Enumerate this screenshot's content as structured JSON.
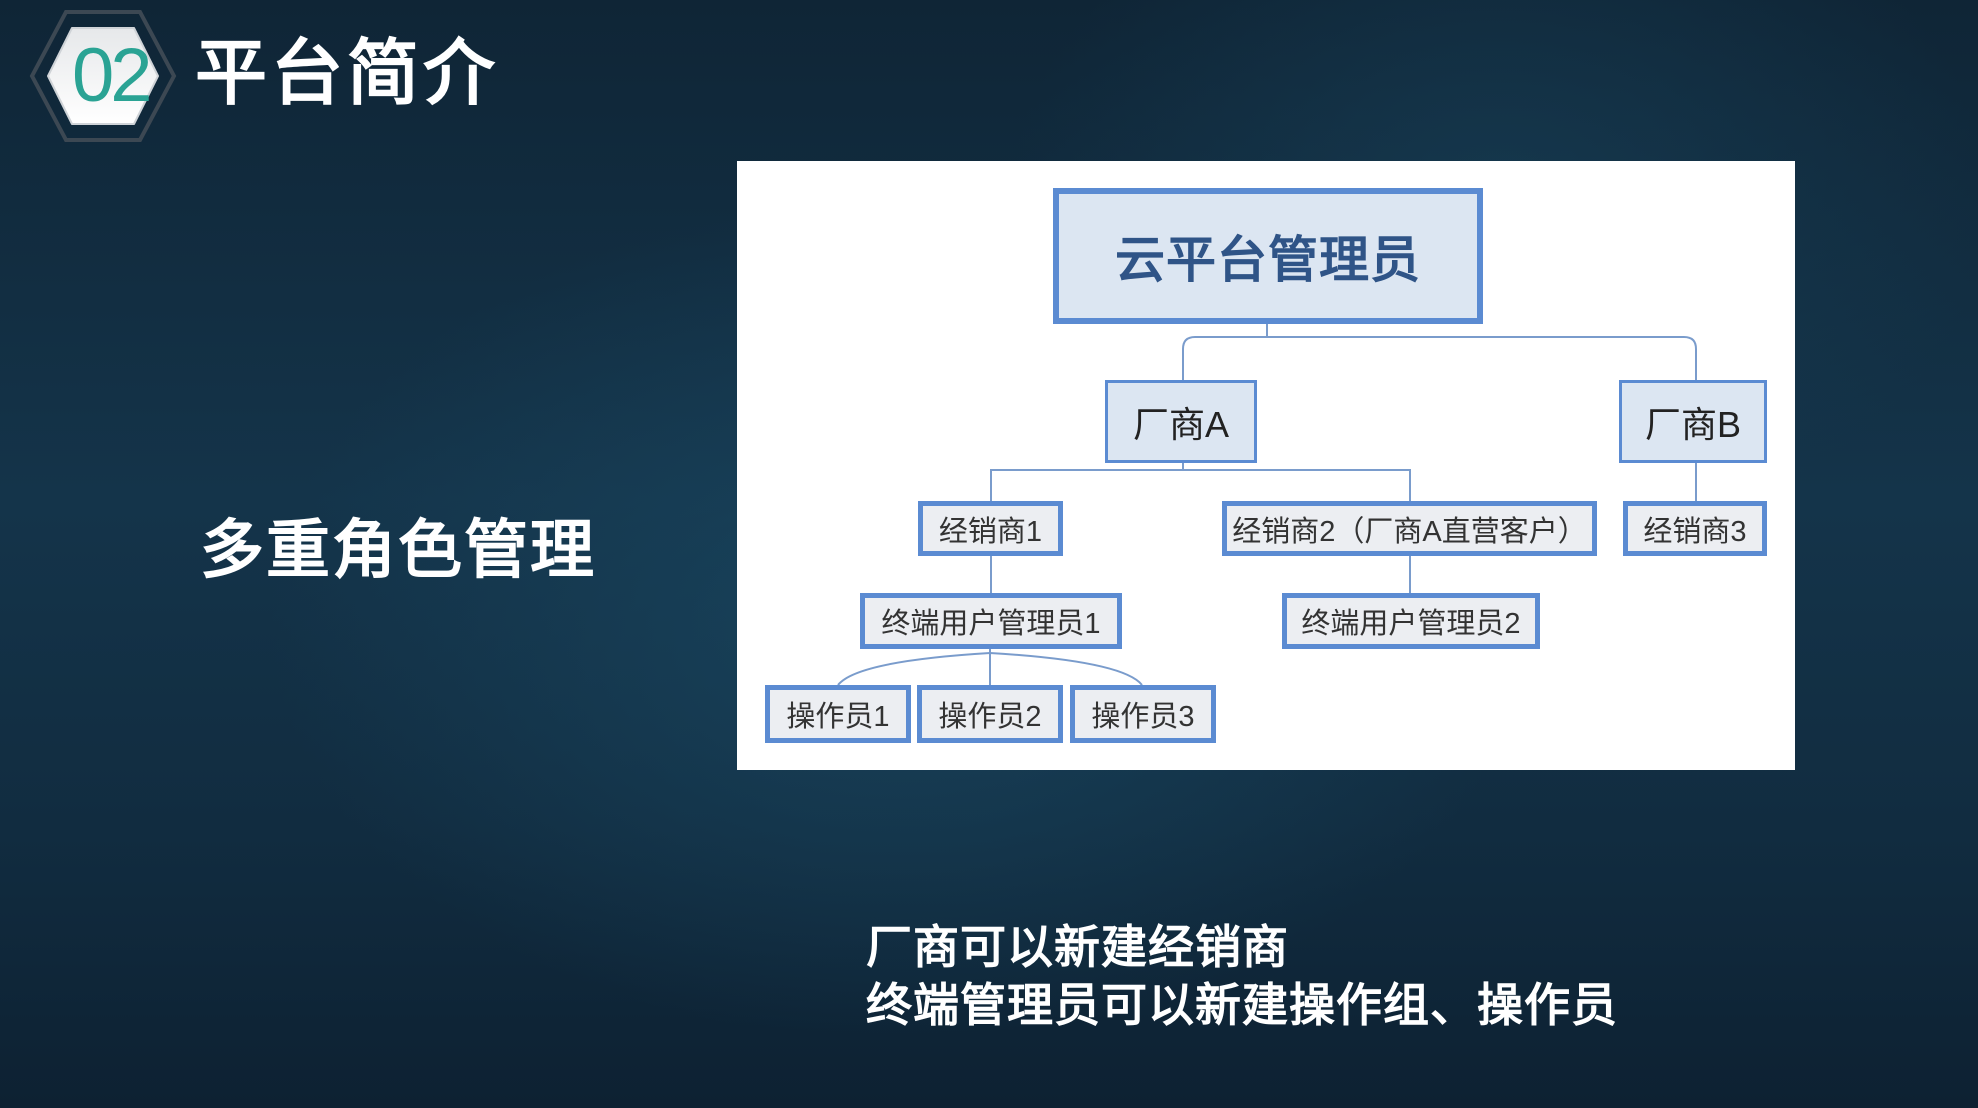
{
  "header": {
    "section_number": "02",
    "title": "平台简介"
  },
  "side_heading": "多重角色管理",
  "diagram": {
    "root": "云平台管理员",
    "vendors": [
      "厂商A",
      "厂商B"
    ],
    "dealers": [
      "经销商1",
      "经销商2（厂商A直营客户）",
      "经销商3"
    ],
    "terminal_admins": [
      "终端用户管理员1",
      "终端用户管理员2"
    ],
    "operators": [
      "操作员1",
      "操作员2",
      "操作员3"
    ]
  },
  "notes": [
    "厂商可以新建经销商",
    "终端管理员可以新建操作组、操作员"
  ],
  "colors": {
    "accent_teal": "#2aa394",
    "node_border": "#5b8bd2",
    "node_fill_top": "#dce6f2",
    "node_fill_lower": "#eceef2",
    "root_text": "#2f5487",
    "connector": "#7a9ccc"
  }
}
